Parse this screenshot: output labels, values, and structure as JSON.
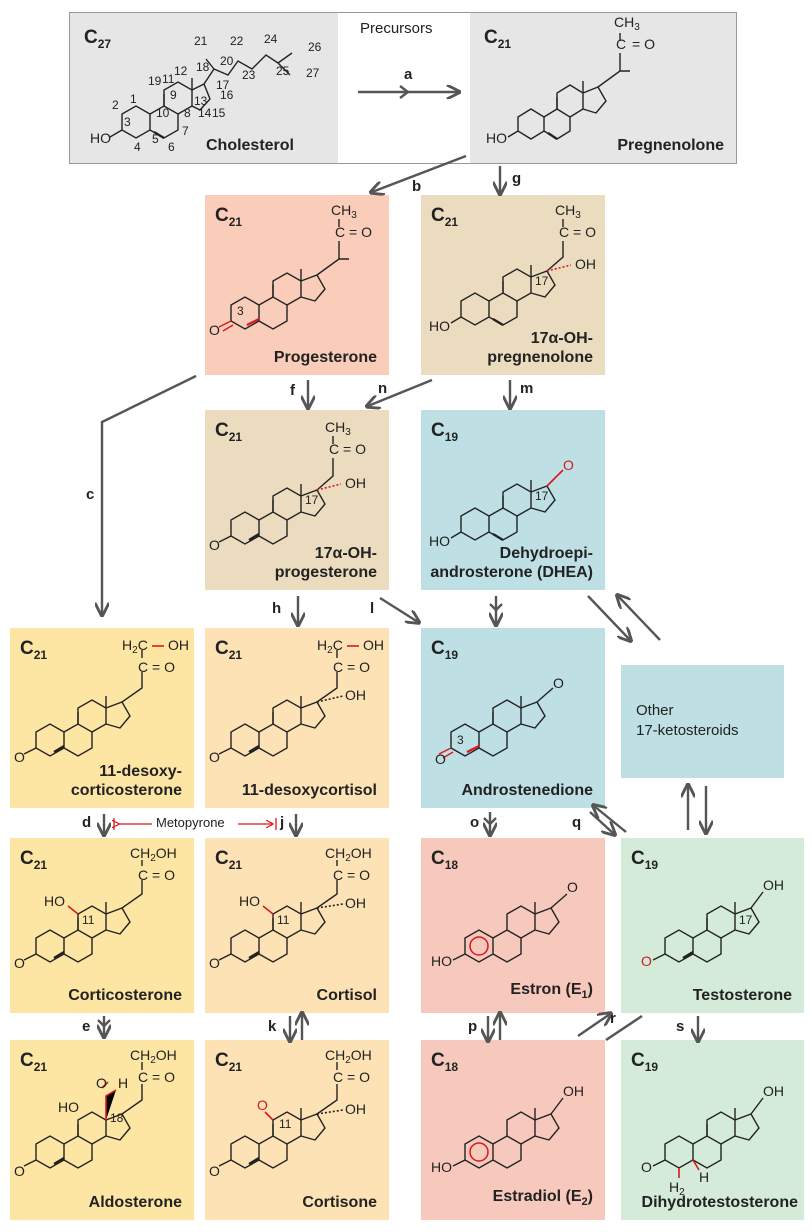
{
  "title": "Precursors",
  "boxes": {
    "cholesterol": {
      "carbons": "27",
      "name": "Cholesterol"
    },
    "pregnenolone": {
      "carbons": "21",
      "name": "Pregnenolone"
    },
    "progesterone": {
      "carbons": "21",
      "name": "Progesterone"
    },
    "oh_pregnenolone": {
      "carbons": "21",
      "name_l1": "17α-OH-",
      "name_l2": "pregnenolone"
    },
    "oh_progesterone": {
      "carbons": "21",
      "name_l1": "17α-OH-",
      "name_l2": "progesterone"
    },
    "dhea": {
      "carbons": "19",
      "name_l1": "Dehydroepi-",
      "name_l2": "androsterone (DHEA)"
    },
    "desoxycorticosterone": {
      "carbons": "21",
      "name_l1": "11-desoxy-",
      "name_l2": "corticosterone"
    },
    "desoxycortisol": {
      "carbons": "21",
      "name": "11-desoxycortisol"
    },
    "androstenedione": {
      "carbons": "19",
      "name": "Androstenedione"
    },
    "other": {
      "name_l1": "Other",
      "name_l2": "17-ketosteroids"
    },
    "corticosterone": {
      "carbons": "21",
      "name": "Corticosterone"
    },
    "cortisol": {
      "carbons": "21",
      "name": "Cortisol"
    },
    "estron": {
      "carbons": "18",
      "name": "Estron (E",
      "name_sub": "1",
      "name_end": ")"
    },
    "testosterone": {
      "carbons": "19",
      "name": "Testosterone"
    },
    "aldosterone": {
      "carbons": "21",
      "name": "Aldosterone"
    },
    "cortisone": {
      "carbons": "21",
      "name": "Cortisone"
    },
    "estradiol": {
      "carbons": "18",
      "name": "Estradiol (E",
      "name_sub": "2",
      "name_end": ")"
    },
    "dht": {
      "carbons": "19",
      "name": "Dihydrotestosterone"
    }
  },
  "arrow_labels": [
    "a",
    "b",
    "c",
    "d",
    "e",
    "f",
    "g",
    "h",
    "j",
    "k",
    "l",
    "m",
    "n",
    "o",
    "p",
    "q",
    "r",
    "s"
  ],
  "inhibitor": "Metopyrone",
  "atoms": {
    "ho": "HO",
    "oh": "OH",
    "o": "O",
    "c": "C",
    "ch3": "CH",
    "ch3_sub": "3",
    "ch2oh": "CH",
    "ch2oh_sub": "2",
    "ch2oh_end": "OH",
    "h2c": "H",
    "h2c_sub": "2",
    "h2c_end": "C",
    "h": "H",
    "h2": "H",
    "h2_sub": "2"
  },
  "cholesterol_numbers": [
    "1",
    "2",
    "3",
    "4",
    "5",
    "6",
    "7",
    "8",
    "9",
    "10",
    "11",
    "12",
    "13",
    "14",
    "15",
    "16",
    "17",
    "18",
    "19",
    "20",
    "21",
    "22",
    "23",
    "24",
    "25",
    "26",
    "27"
  ],
  "ring_numbers": {
    "n3": "3",
    "n11": "11",
    "n17": "17",
    "n18": "18"
  },
  "colors": {
    "gray": "#e3e3e3",
    "pink": "#f9cdb9",
    "tan": "#ebdcc0",
    "blue": "#bedfe4",
    "yellow": "#fde5a4",
    "orange": "#fde2b5",
    "green": "#d3ebd8",
    "salmon": "#f7c9bd",
    "arrow": "#555555",
    "accent": "#d71920"
  }
}
